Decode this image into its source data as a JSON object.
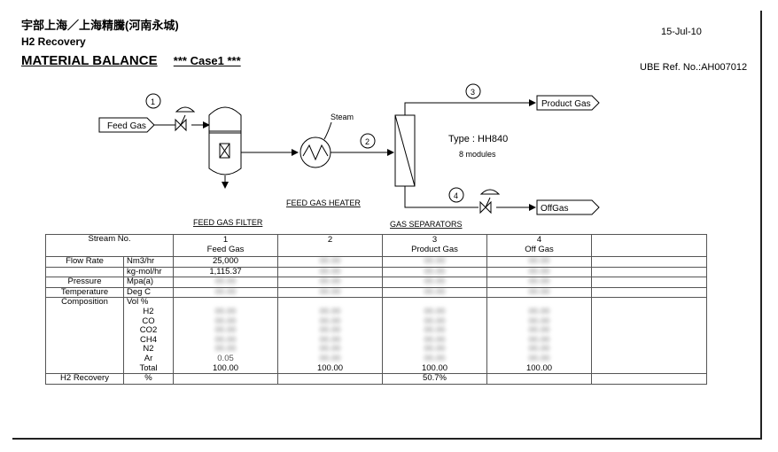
{
  "header": {
    "chinese_title": "宇部上海／上海精騰(河南永城)",
    "subtitle": "H2 Recovery",
    "title": "MATERIAL BALANCE",
    "case": "*** Case1 ***",
    "date": "15-Jul-10",
    "ref": "UBE Ref. No.:AH007012"
  },
  "diagram": {
    "feed_gas": "Feed Gas",
    "steam": "Steam",
    "product_gas": "Product Gas",
    "off_gas": "OffGas",
    "type_label": "Type : HH840",
    "modules": "8 modules",
    "stream_numbers": [
      "1",
      "2",
      "3",
      "4"
    ],
    "feed_filter_label": "FEED GAS FILTER",
    "heater_label": "FEED GAS HEATER",
    "separators_label": "GAS SEPARATORS"
  },
  "table": {
    "stream_no": "Stream No.",
    "columns": [
      {
        "num": "1",
        "name": "Feed Gas"
      },
      {
        "num": "2",
        "name": ""
      },
      {
        "num": "3",
        "name": "Product Gas"
      },
      {
        "num": "4",
        "name": "Off Gas"
      }
    ],
    "flow_rate": "Flow Rate",
    "nm3hr": "Nm3/hr",
    "kgmolhr": "kg-mol/hr",
    "pressure": "Pressure",
    "mpa": "Mpa(a)",
    "temperature": "Temperature",
    "degc": "Deg C",
    "composition": "Composition",
    "vol": "Vol %",
    "components": [
      "H2",
      "CO",
      "CO2",
      "CH4",
      "N2",
      "Ar",
      "Total"
    ],
    "h2_recovery": "H2 Recovery",
    "percent": "%",
    "feed_flow_nm3": "25,000",
    "feed_flow_kgmol": "1,115.37",
    "ar_feed": "0.05",
    "totals": [
      "100.00",
      "100.00",
      "100.00",
      "100.00"
    ],
    "recovery_value": "50.7%",
    "blurred_placeholder": "00.00"
  }
}
